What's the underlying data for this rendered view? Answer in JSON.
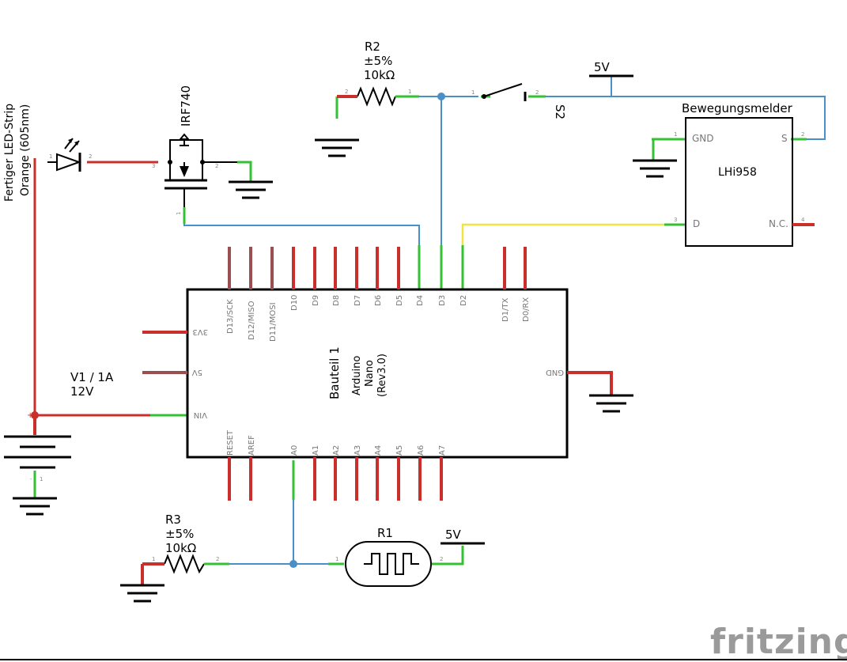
{
  "schematic": {
    "arduino": {
      "name": "Bauteil 1",
      "model_line1": "Arduino",
      "model_line2": "Nano",
      "model_line3": "(Rev3.0)",
      "top_pins": [
        "D13/SCK",
        "D12/MISO",
        "D11/MOSI",
        "D10",
        "D9",
        "D8",
        "D7",
        "D6",
        "D5",
        "D4",
        "D3",
        "D2",
        "D1/TX",
        "D0/RX"
      ],
      "bottom_pins": [
        "RESET",
        "AREF",
        "A0",
        "A1",
        "A2",
        "A3",
        "A4",
        "A5",
        "A6",
        "A7"
      ],
      "left_pins": [
        "3V3",
        "5V",
        "VIN"
      ],
      "right_pins": [
        "GND"
      ]
    },
    "r2": {
      "name": "R2",
      "tolerance": "±5%",
      "value": "10kΩ",
      "pin1": "1",
      "pin2": "2"
    },
    "r3": {
      "name": "R3",
      "tolerance": "±5%",
      "value": "10kΩ",
      "pin1": "1",
      "pin2": "2"
    },
    "r1": {
      "name": "R1",
      "pin1": "1",
      "pin2": "2"
    },
    "switch": {
      "name": "S2",
      "pin1": "1",
      "pin2": "2"
    },
    "supply_top": {
      "label": "5V"
    },
    "supply_bottom": {
      "label": "5V"
    },
    "motion_sensor": {
      "title": "Bewegungsmelder",
      "model": "LHi958",
      "pins": {
        "gnd": "GND",
        "s": "S",
        "d": "D",
        "nc": "N.C."
      },
      "pin_numbers": {
        "gnd": "1",
        "s": "2",
        "d": "3",
        "nc": "4"
      }
    },
    "mosfet": {
      "name": "IRF740",
      "pin1": "1",
      "pin2": "2",
      "pin3": "3"
    },
    "led": {
      "line1": "Fertiger LED-Strip",
      "line2": "Orange (605nm)",
      "pin1": "1",
      "pin2": "2"
    },
    "battery": {
      "name": "V1 / 1A",
      "voltage": "12V",
      "plus": "+",
      "minus": "-",
      "pin1": "1"
    },
    "logo": "fritzing"
  }
}
